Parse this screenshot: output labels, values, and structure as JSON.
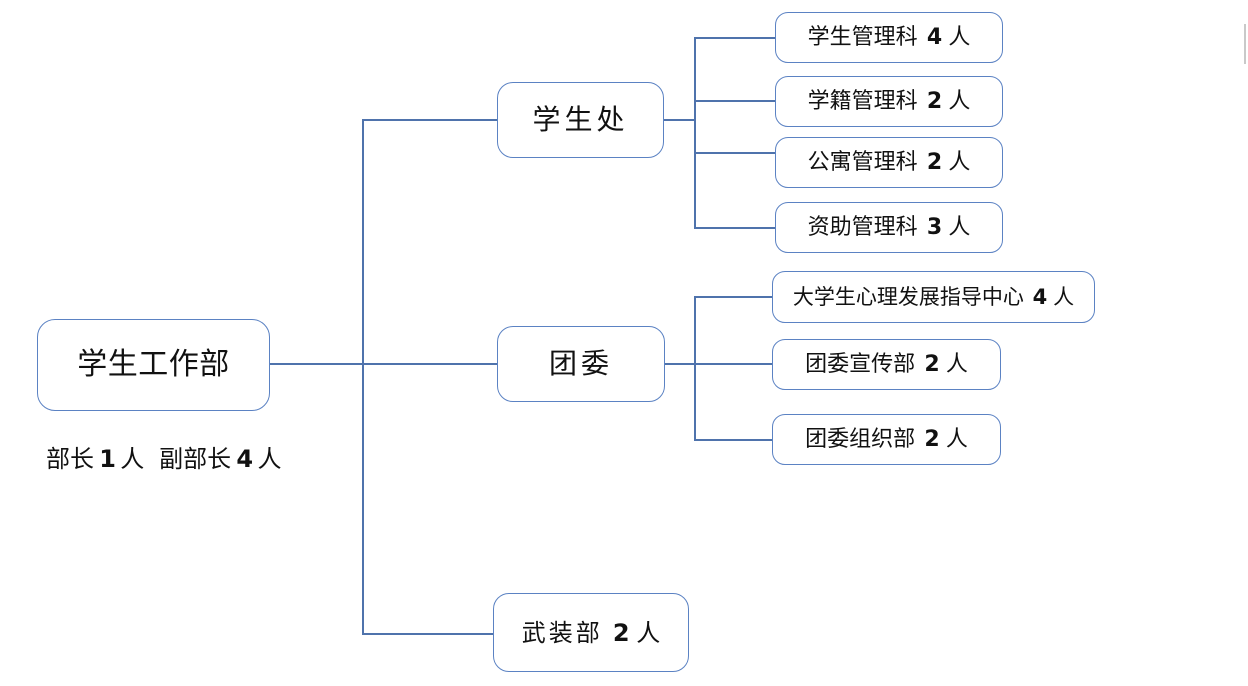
{
  "colors": {
    "line": "#4f73ac",
    "box_border": "#5b82c3",
    "text": "#111111",
    "artifact": "#c9c9c9",
    "bg": "#ffffff"
  },
  "org": {
    "root": {
      "label": "学生工作部"
    },
    "caption": {
      "p1": "部长",
      "n1": "1",
      "u1": "人",
      "p2": "副部长",
      "n2": "4",
      "u2": "人"
    },
    "branches": [
      {
        "label": "学生处",
        "num": "",
        "unit": ""
      },
      {
        "label": "团委",
        "num": "",
        "unit": ""
      },
      {
        "label": "武装部",
        "num": "2",
        "unit": "人"
      }
    ],
    "xsc_children": [
      {
        "label": "学生管理科",
        "num": "4",
        "unit": "人"
      },
      {
        "label": "学籍管理科",
        "num": "2",
        "unit": "人"
      },
      {
        "label": "公寓管理科",
        "num": "2",
        "unit": "人"
      },
      {
        "label": "资助管理科",
        "num": "3",
        "unit": "人"
      }
    ],
    "tw_children": [
      {
        "label": "大学生心理发展指导中心",
        "num": "4",
        "unit": "人"
      },
      {
        "label": "团委宣传部",
        "num": "2",
        "unit": "人"
      },
      {
        "label": "团委组织部",
        "num": "2",
        "unit": "人"
      }
    ]
  }
}
